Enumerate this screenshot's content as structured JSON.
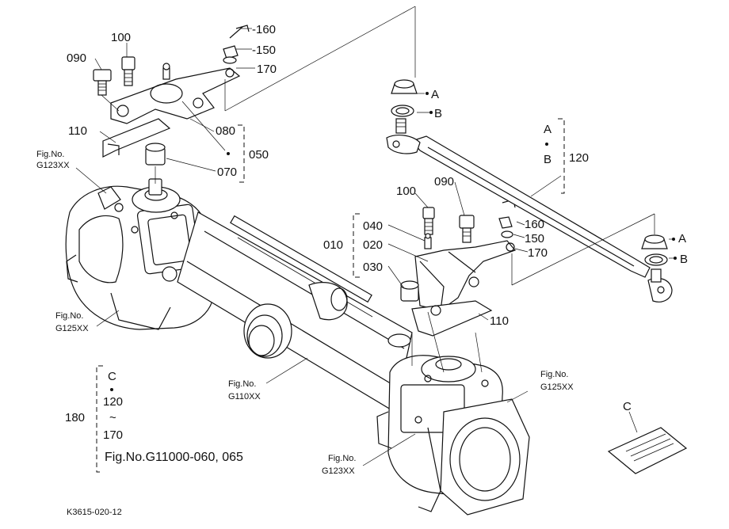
{
  "drawing_code": "K3615-020-12",
  "parts": {
    "p160_top": "-160",
    "p150_top": "-150",
    "p170_top": "170",
    "p100_top": "100",
    "p090_top": "090",
    "p110_top": "110",
    "p080": "080",
    "p050": "050",
    "p070": "070",
    "p100_mid": "100",
    "p090_mid": "090",
    "p160_mid": "160",
    "p150_mid": "150",
    "p170_mid": "170",
    "p040": "040",
    "p010": "010",
    "p020": "020",
    "p030": "030",
    "p110_mid": "110",
    "p120": "120",
    "p180": "180"
  },
  "callouts": {
    "a_top": "A",
    "b_top": "B",
    "a_right": "A",
    "b_right": "B",
    "group_a": "A",
    "group_b": "B",
    "c_ref": "C",
    "c_group": "C",
    "range_start": "120",
    "range_tilde": "~",
    "range_end": "170",
    "fig_ref_180": "Fig.No.G11000-060, 065"
  },
  "fig_refs": [
    {
      "line1": "Fig.No.",
      "line2": "G123XX"
    },
    {
      "line1": "Fig.No.",
      "line2": "G125XX"
    },
    {
      "line1": "Fig.No.",
      "line2": "G110XX"
    },
    {
      "line1": "Fig.No.",
      "line2": "G123XX"
    },
    {
      "line1": "Fig.No.",
      "line2": "G125XX"
    }
  ]
}
